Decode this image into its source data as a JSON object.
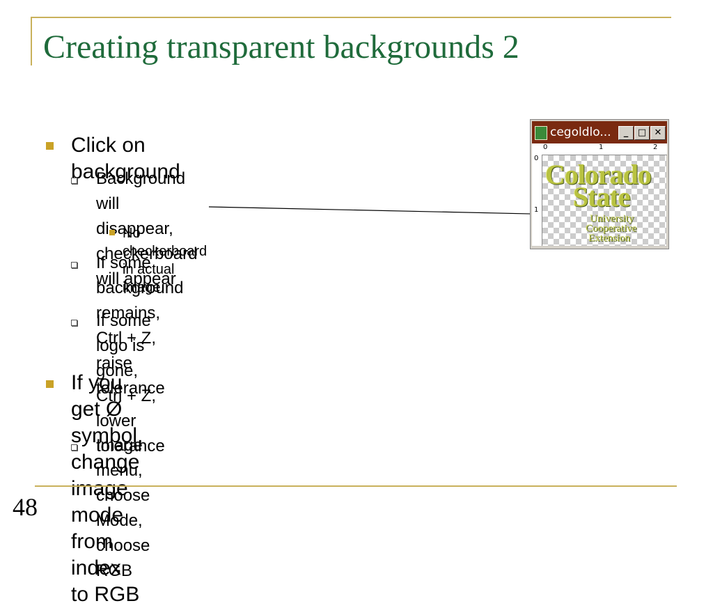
{
  "slide": {
    "title": "Creating transparent backgrounds 2",
    "page_number": "48",
    "accent_color": "#c9b15b",
    "title_color": "#1f6b3b",
    "bullet_color": "#c9a227"
  },
  "bullets": [
    {
      "level": 1,
      "text": "Click on background"
    },
    {
      "level": 2,
      "lines": [
        "Background will disappear, checkerboard",
        "will appear"
      ]
    },
    {
      "level": 3,
      "text": "No checkerboard in actual image"
    },
    {
      "level": 2,
      "lines": [
        "If some background remains, Ctrl + Z,",
        "raise tolerance"
      ]
    },
    {
      "level": 2,
      "lines": [
        "If some logo is gone, Ctrl + Z, lower",
        "tolerance"
      ]
    },
    {
      "level": 1,
      "lines": [
        "If  you get Ø symbol, change image",
        "mode from index to RGB"
      ]
    },
    {
      "level": 2,
      "text": "Image menu, choose Mode, choose RGB"
    }
  ],
  "image_window": {
    "title": "cegoldlo...",
    "buttons": {
      "minimize": "_",
      "maximize": "□",
      "close": "✕"
    },
    "icon": "image-file-icon",
    "ruler_h": [
      "0",
      "1",
      "2"
    ],
    "ruler_v": [
      "0",
      "1"
    ],
    "logo": {
      "line1": "Colorado",
      "line2": "State",
      "line3": "University",
      "line4": "Cooperative",
      "line5": "Extension"
    }
  }
}
